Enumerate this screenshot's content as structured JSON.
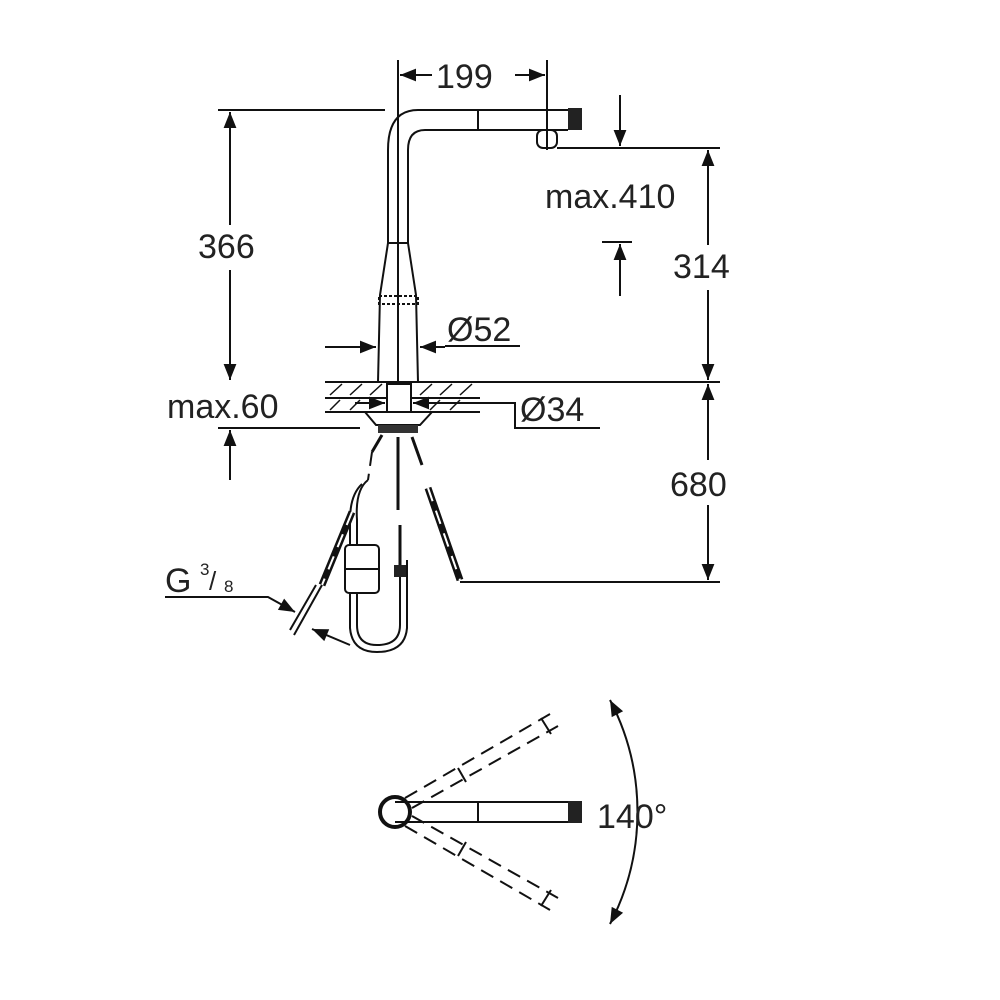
{
  "drawing": {
    "dimensions": {
      "spout_reach": "199",
      "total_height": "366",
      "max_spout_height": "max.410",
      "spout_height": "314",
      "body_diameter": "Ø52",
      "max_counter_thickness": "max.60",
      "hole_diameter": "Ø34",
      "hose_length": "680",
      "connection_thread_prefix": "G",
      "connection_thread_num": "3",
      "connection_thread_den": "8",
      "swivel_angle": "140°"
    },
    "line_color": "#111111"
  }
}
